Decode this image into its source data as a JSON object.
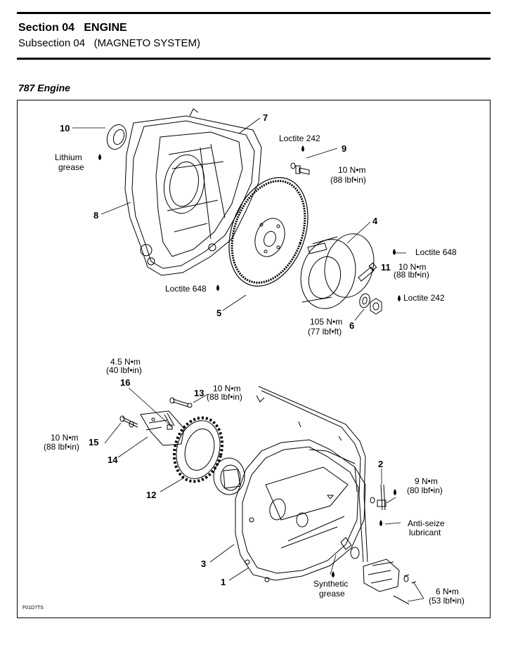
{
  "header": {
    "section": "Section 04   ENGINE",
    "subsection": "Subsection 04   (MAGNETO SYSTEM)"
  },
  "figure": {
    "title": "787 Engine",
    "id": "F01D7TS",
    "part_numbers": [
      "10",
      "7",
      "9",
      "8",
      "4",
      "11",
      "5",
      "6",
      "16",
      "13",
      "15",
      "14",
      "12",
      "2",
      "3",
      "1"
    ],
    "callouts": {
      "lithium1": "Lithium",
      "lithium2": "grease",
      "loctite242_a": "Loctite 242",
      "torque9_a": "10 N•m",
      "torque9_b": "(88 lbf•in)",
      "loctite648_a": "Loctite 648",
      "torque11_a": "10 N•m",
      "torque11_b": "(88 lbf•in)",
      "loctite648_b": "Loctite 648",
      "loctite242_b": "Loctite 242",
      "torque6_a": "105 N•m",
      "torque6_b": "(77 lbf•ft)",
      "torque16_a": "4.5 N•m",
      "torque16_b": "(40 lbf•in)",
      "torque13_a": "10 N•m",
      "torque13_b": "(88 lbf•in)",
      "torque15_a": "10 N•m",
      "torque15_b": "(88 lbf•in)",
      "torque2_a": "9 N•m",
      "torque2_b": "(80 lbf•in)",
      "antiseize1": "Anti-seize",
      "antiseize2": "lubricant",
      "synthetic1": "Synthetic",
      "synthetic2": "grease",
      "torquebot_a": "6 N•m",
      "torquebot_b": "(53 lbf•in)"
    }
  }
}
